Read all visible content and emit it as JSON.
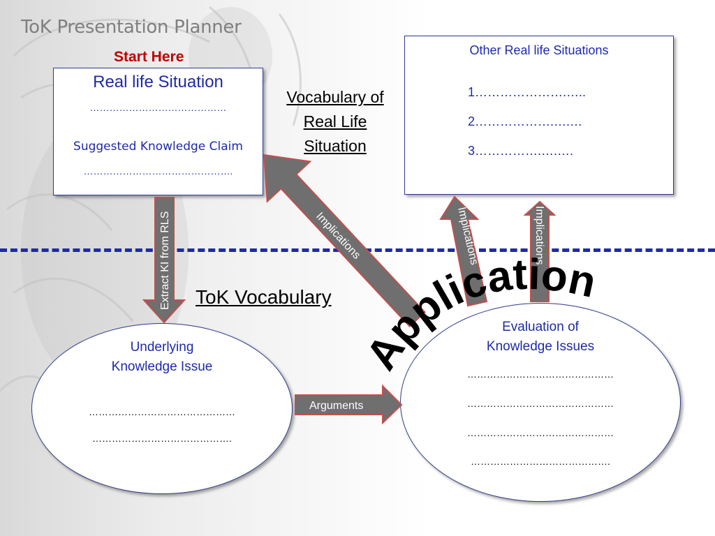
{
  "title": "ToK Presentation Planner",
  "start_here": "Start Here",
  "real_life_box": {
    "title": "Real life Situation",
    "dots1": "……………………………………",
    "claim_label": "Suggested Knowledge Claim",
    "dots2": "………………………………………."
  },
  "other_box": {
    "title": "Other Real life Situations",
    "items": [
      "1………………….…..",
      "2……………….….…",
      "3…………….….…."
    ]
  },
  "vocab_rls": {
    "line1": "Vocabulary of",
    "line2": "Real Life",
    "line3": "Situation"
  },
  "tok_vocabulary": "ToK Vocabulary",
  "underlying": {
    "line1": "Underlying",
    "line2": "Knowledge Issue",
    "dots1": "………………………………………",
    "dots2": "……………………………………."
  },
  "evaluation": {
    "line1": "Evaluation of",
    "line2": "Knowledge Issues",
    "dots1": "………………………………………",
    "dots2": "………………………………………",
    "dots3": "………………………………………",
    "dots4": "……………………………………."
  },
  "arrows": {
    "extract": "Extract KI from RLS",
    "implications_main": "Implications",
    "implications_left": "Implications",
    "implications_right": "Implications",
    "arguments": "Arguments"
  },
  "application": "Application",
  "colors": {
    "arrow_fill": "#6f6f6f",
    "arrow_stroke": "#c0504d",
    "dash": "#1f2aa8",
    "box_border": "#2f3c8c",
    "text_blue": "#1f2aa8",
    "start_red": "#c00000"
  }
}
